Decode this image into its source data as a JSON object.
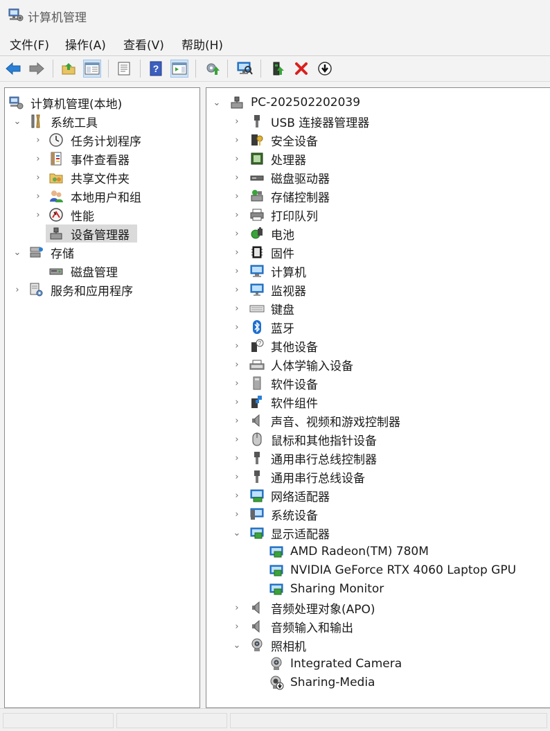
{
  "window": {
    "title": "计算机管理"
  },
  "menu": [
    "文件(F)",
    "操作(A)",
    "查看(V)",
    "帮助(H)"
  ],
  "toolbar": {
    "buttons": [
      {
        "icon": "back-arrow-icon"
      },
      {
        "icon": "forward-arrow-icon"
      },
      {
        "icon": "up-folder-icon"
      },
      {
        "icon": "show-hide-tree-icon"
      },
      {
        "icon": "properties-icon"
      },
      {
        "icon": "help-icon"
      },
      {
        "icon": "show-hide-action-pane-icon"
      },
      {
        "icon": "update-driver-icon"
      },
      {
        "icon": "scan-hardware-icon"
      },
      {
        "icon": "enable-device-icon"
      },
      {
        "icon": "uninstall-device-icon"
      },
      {
        "icon": "disable-device-icon"
      }
    ]
  },
  "left_tree": {
    "root": "计算机管理(本地)",
    "system_tools": "系统工具",
    "task_scheduler": "任务计划程序",
    "event_viewer": "事件查看器",
    "shared_folders": "共享文件夹",
    "local_users": "本地用户和组",
    "performance": "性能",
    "device_manager": "设备管理器",
    "storage": "存储",
    "disk_management": "磁盘管理",
    "services_apps": "服务和应用程序"
  },
  "right_tree": {
    "root": "PC-202502202039",
    "categories": [
      "USB 连接器管理器",
      "安全设备",
      "处理器",
      "磁盘驱动器",
      "存储控制器",
      "打印队列",
      "电池",
      "固件",
      "计算机",
      "监视器",
      "键盘",
      "蓝牙",
      "其他设备",
      "人体学输入设备",
      "软件设备",
      "软件组件",
      "声音、视频和游戏控制器",
      "鼠标和其他指针设备",
      "通用串行总线控制器",
      "通用串行总线设备",
      "网络适配器",
      "系统设备"
    ],
    "display_adapters": "显示适配器",
    "display_devices": [
      "AMD Radeon(TM) 780M",
      "NVIDIA GeForce RTX 4060 Laptop GPU",
      "Sharing Monitor"
    ],
    "audio_apo": "音频处理对象(APO)",
    "audio_io": "音频输入和输出",
    "cameras": "照相机",
    "camera_devices": [
      "Integrated Camera",
      "Sharing-Media"
    ]
  },
  "colors": {
    "accent_blue": "#2a7fd6",
    "delete_red": "#d9201e",
    "selection_bg": "#dadada"
  }
}
